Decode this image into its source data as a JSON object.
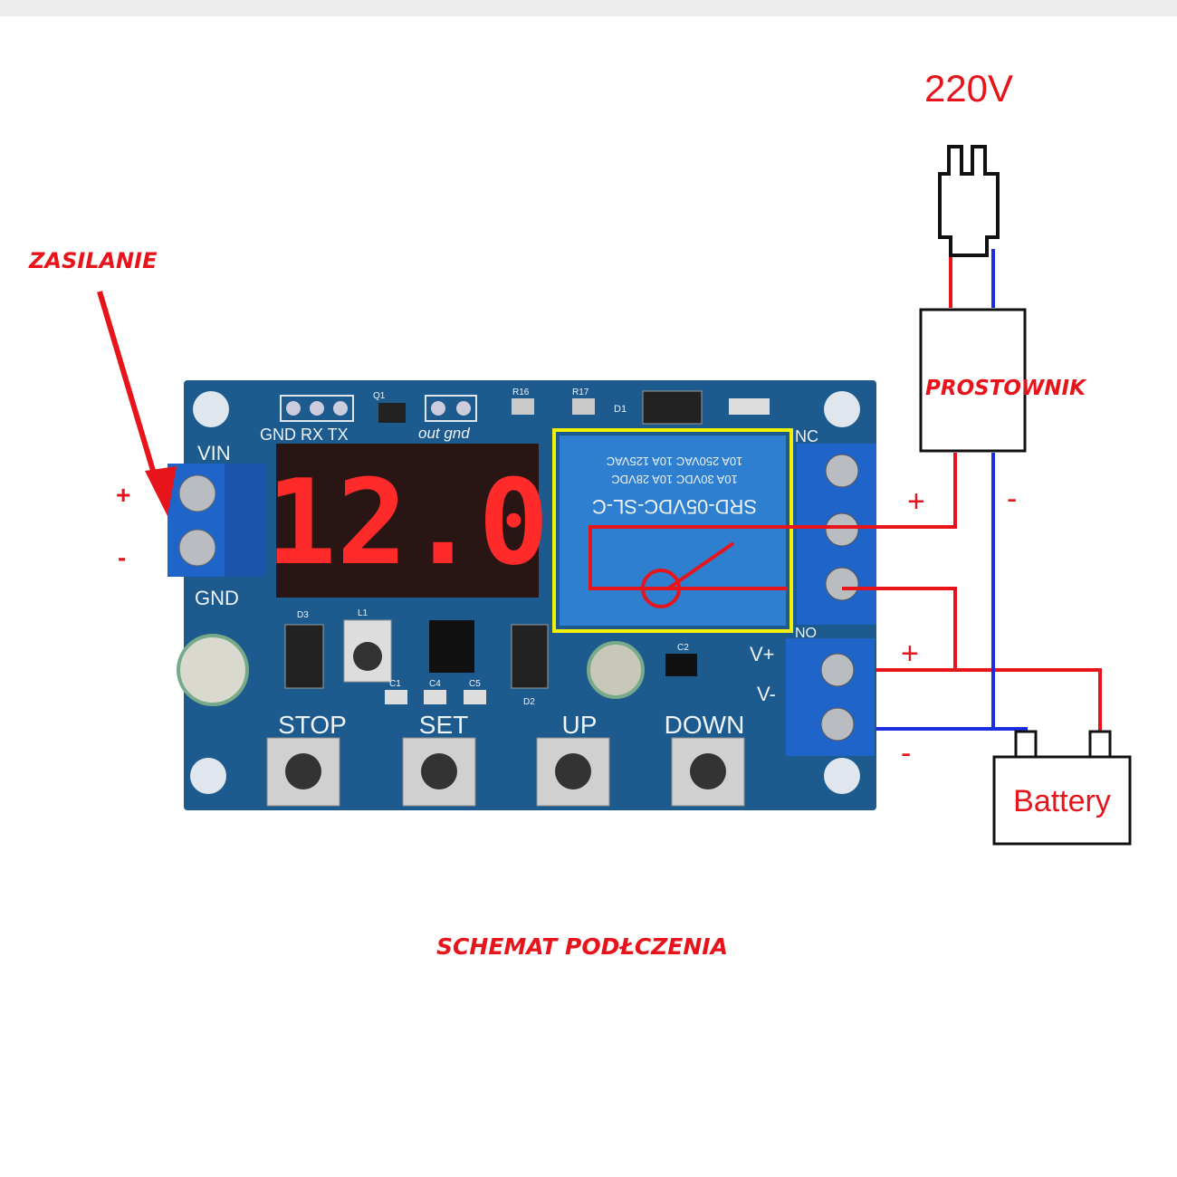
{
  "title": "SCHEMAT PODŁCZENIA",
  "power_label": "ZASILANIE",
  "mains_label": "220V",
  "rectifier_label": "PROSTOWNIK",
  "battery_label": "Battery",
  "input_terminal": {
    "plus": "+",
    "minus": "-",
    "vin": "VIN",
    "gnd": "GND"
  },
  "rectifier_terminals": {
    "plus": "+",
    "minus": "-"
  },
  "battery_terminals": {
    "plus": "+",
    "minus": "-"
  },
  "board": {
    "header_pins": "GND RX TX",
    "out_pins": "out gnd",
    "display_value": "12.0",
    "relay_model": "SRD-05VDC-SL-C",
    "relay_rating_1": "10A 30VDC 10A 28VDC",
    "relay_rating_2": "10A 250VAC 10A 125VAC",
    "relay_nc": "NC",
    "relay_no": "NO",
    "output_plus": "V+",
    "output_minus": "V-",
    "buttons": [
      "STOP",
      "SET",
      "UP",
      "DOWN"
    ],
    "components": {
      "q": "Q1",
      "r16": "R16",
      "r17": "R17",
      "d1": "D1",
      "d2": "D2",
      "d3": "D3",
      "l1": "L1",
      "c1": "C1",
      "c4": "C4",
      "c5": "C5",
      "c2": "C2"
    }
  },
  "colors": {
    "wire_positive": "#e8141b",
    "wire_negative": "#1a2ee0",
    "pcb": "#1d5a8e",
    "display": "#ff2a2a",
    "relay_highlight": "#f3f000"
  }
}
